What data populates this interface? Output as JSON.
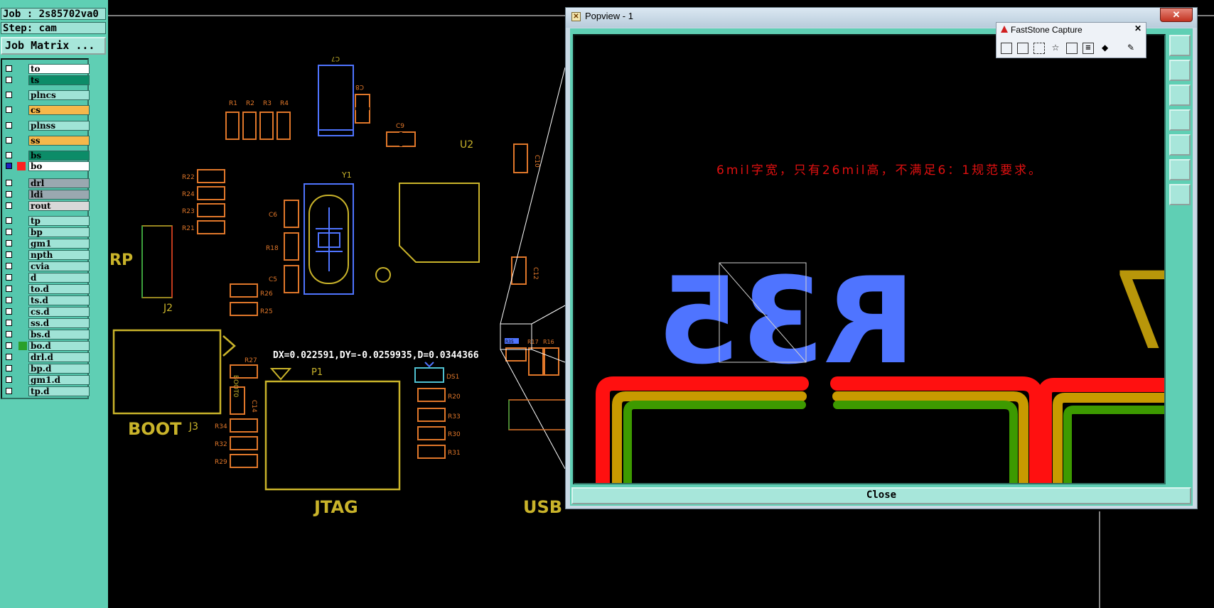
{
  "job_label": "Job : 2s85702va0",
  "step_label": "Step: cam",
  "job_matrix_button": "Job Matrix ...",
  "layers": [
    {
      "name": "to",
      "color": "#ffffff"
    },
    {
      "name": "ts",
      "color": "#0c8c68"
    },
    {
      "name": "plncs",
      "color": "#9fe3d6"
    },
    {
      "name": "cs",
      "color": "#f6b84b"
    },
    {
      "name": "plnss",
      "color": "#9fe3d6"
    },
    {
      "name": "ss",
      "color": "#f6b84b"
    },
    {
      "name": "bs",
      "color": "#0c8c68"
    },
    {
      "name": "bo",
      "color": "#ffffff"
    },
    {
      "name": "drl",
      "color": "#9aa8b0"
    },
    {
      "name": "ldi",
      "color": "#9aa8b0"
    },
    {
      "name": "rout",
      "color": "#d8d8d8"
    },
    {
      "name": "tp",
      "color": "#9fe3d6"
    },
    {
      "name": "bp",
      "color": "#9fe3d6"
    },
    {
      "name": "gm1",
      "color": "#9fe3d6"
    },
    {
      "name": "npth",
      "color": "#9fe3d6"
    },
    {
      "name": "cvia",
      "color": "#9fe3d6"
    },
    {
      "name": "d",
      "color": "#9fe3d6"
    },
    {
      "name": "to.d",
      "color": "#9fe3d6"
    },
    {
      "name": "ts.d",
      "color": "#9fe3d6"
    },
    {
      "name": "cs.d",
      "color": "#9fe3d6"
    },
    {
      "name": "ss.d",
      "color": "#9fe3d6"
    },
    {
      "name": "bs.d",
      "color": "#9fe3d6"
    },
    {
      "name": "bo.d",
      "color": "#9fe3d6"
    },
    {
      "name": "drl.d",
      "color": "#9fe3d6"
    },
    {
      "name": "bp.d",
      "color": "#9fe3d6"
    },
    {
      "name": "gm1.d",
      "color": "#9fe3d6"
    },
    {
      "name": "tp.d",
      "color": "#9fe3d6"
    }
  ],
  "measurement": "DX=0.022591,DY=-0.0259935,D=0.0344366",
  "popview": {
    "title": "Popview - 1",
    "close_glyph": "✕",
    "annotation": "6mil字宽，只有26mil高，不满足6：1规范要求。",
    "zoom_label": "R35",
    "zoom_side_char": "7",
    "close_button": "Close"
  },
  "faststone": {
    "title": "FastStone Capture"
  },
  "pcb_labels": {
    "c7": "C7",
    "c8": "C8",
    "c9": "C9",
    "c10": "C10",
    "c12": "C12",
    "r1": "R1",
    "r2": "R2",
    "r3": "R3",
    "r4": "R4",
    "r22": "R22",
    "r24": "R24",
    "r23": "R23",
    "r21": "R21",
    "r26": "R26",
    "r25": "R25",
    "r27": "R27",
    "r34": "R34",
    "r32": "R32",
    "r29": "R29",
    "r20": "R20",
    "r33": "R33",
    "r30": "R30",
    "r31": "R31",
    "r16": "R16",
    "r17": "R17",
    "r35": "R35",
    "c6": "C6",
    "r18": "R18",
    "c5": "C5",
    "c14": "C14",
    "y1": "Y1",
    "u2": "U2",
    "j2": "J2",
    "j3": "J3",
    "p1": "P1",
    "ds1": "DS1",
    "rp": "RP",
    "boot": "BOOT",
    "jtag": "JTAG",
    "usb": "USB",
    "boot0": "BOOT0"
  },
  "colors": {
    "panel_bg": "#5fcfb4",
    "silk_orange": "#e0772a",
    "silk_yellow": "#c9b32a",
    "silk_blue": "#4f74ff",
    "annotation_red": "#e01010"
  }
}
